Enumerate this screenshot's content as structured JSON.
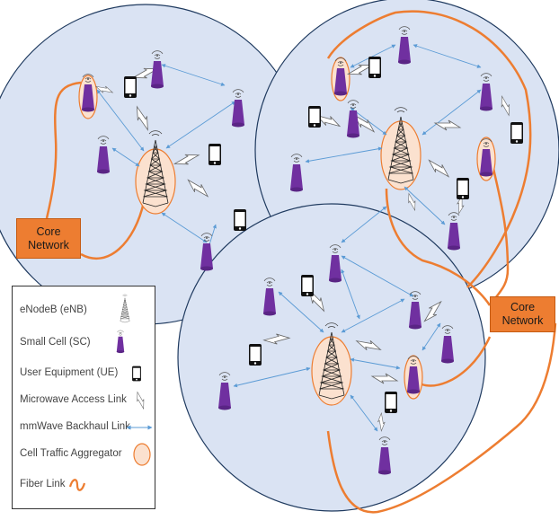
{
  "core_network_left": {
    "line1": "Core",
    "line2": "Network"
  },
  "core_network_right": {
    "line1": "Core",
    "line2": "Network"
  },
  "legend": {
    "items": [
      {
        "label": "eNodeB (eNB)",
        "icon": "enodeb-tower-icon"
      },
      {
        "label": "Small Cell (SC)",
        "icon": "small-cell-icon"
      },
      {
        "label": "User Equipment (UE)",
        "icon": "phone-icon"
      },
      {
        "label": "Microwave Access Link",
        "icon": "lightning-bolt-icon"
      },
      {
        "label": "mmWave Backhaul Link",
        "icon": "double-arrow-icon"
      },
      {
        "label": "Cell Traffic Aggregator",
        "icon": "orange-ellipse-icon"
      },
      {
        "label": "Fiber Link",
        "icon": "orange-wave-icon"
      }
    ]
  },
  "colors": {
    "cell_fill": "#dae3f3",
    "cell_stroke": "#1f3a5f",
    "small_cell": "#7030a0",
    "aggregator_fill": "#fbe1cf",
    "aggregator_stroke": "#ed7d31",
    "fiber": "#ed7d31",
    "backhaul": "#5b9bd5",
    "core_box": "#ed7d31"
  }
}
